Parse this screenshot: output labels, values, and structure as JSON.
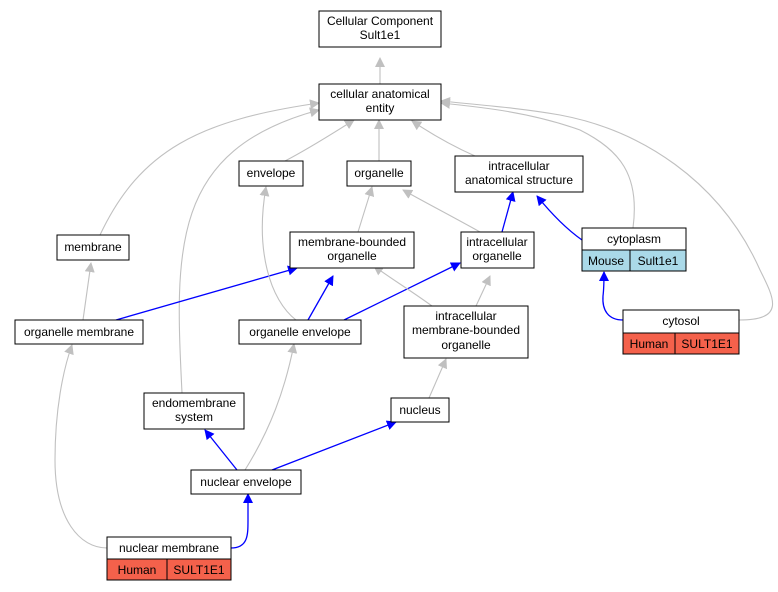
{
  "colors": {
    "human": "#f4614b",
    "mouse": "#aad9e8",
    "edge_is_a": "#c0c0c0",
    "edge_part_of": "#0000ff"
  },
  "nodes": {
    "root": {
      "line1": "Cellular Component",
      "line2": "Sult1e1"
    },
    "cae": {
      "line1": "cellular anatomical",
      "line2": "entity"
    },
    "envelope": {
      "label": "envelope"
    },
    "organelle": {
      "label": "organelle"
    },
    "ias": {
      "line1": "intracellular",
      "line2": "anatomical structure"
    },
    "membrane": {
      "label": "membrane"
    },
    "mbo": {
      "line1": "membrane-bounded",
      "line2": "organelle"
    },
    "io": {
      "line1": "intracellular",
      "line2": "organelle"
    },
    "cytoplasm": {
      "label": "cytoplasm",
      "species": "Mouse",
      "gene": "Sult1e1"
    },
    "om": {
      "label": "organelle membrane"
    },
    "oe": {
      "label": "organelle envelope"
    },
    "imbo": {
      "line1": "intracellular",
      "line2": "membrane-bounded",
      "line3": "organelle"
    },
    "cytosol": {
      "label": "cytosol",
      "species": "Human",
      "gene": "SULT1E1"
    },
    "es": {
      "line1": "endomembrane",
      "line2": "system"
    },
    "nucleus": {
      "label": "nucleus"
    },
    "ne": {
      "label": "nuclear envelope"
    },
    "nm": {
      "label": "nuclear membrane",
      "species": "Human",
      "gene": "SULT1E1"
    }
  }
}
